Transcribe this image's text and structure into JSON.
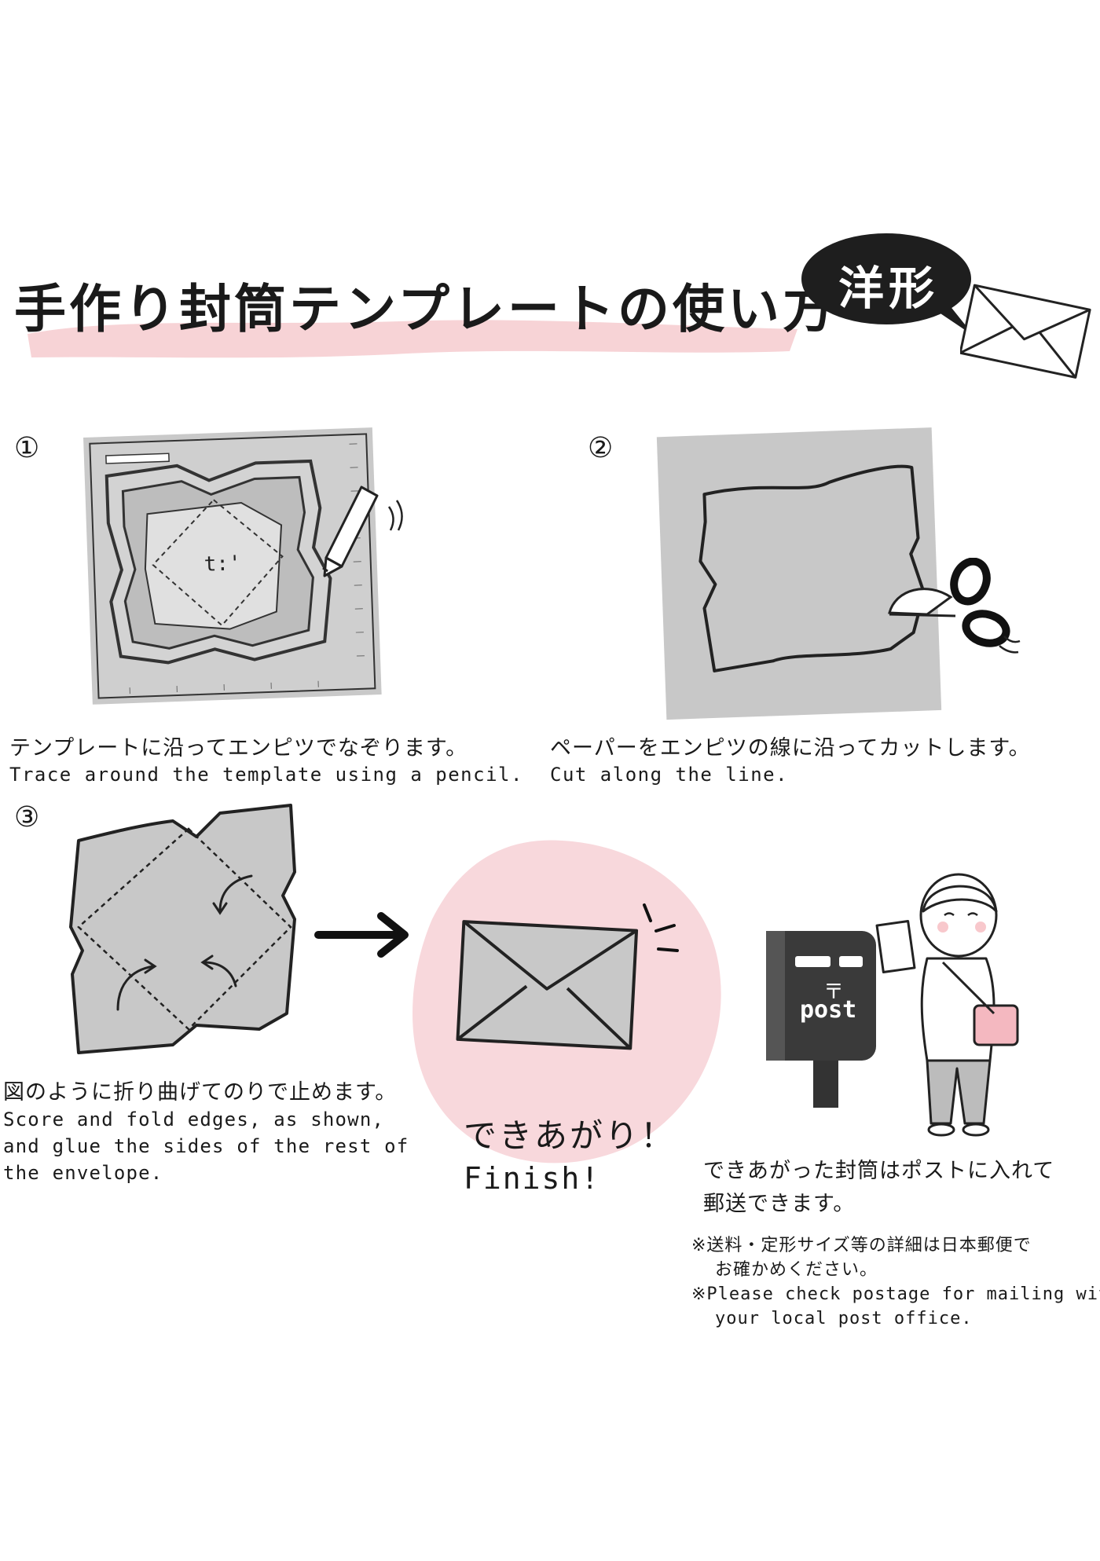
{
  "header": {
    "title": "手作り封筒テンプレートの使い方",
    "badge": "洋形",
    "accent_color": "#f7d3d6"
  },
  "steps": [
    {
      "number": "①",
      "jp": "テンプレートに沿ってエンピツでなぞります。",
      "en": "Trace around the template using a pencil."
    },
    {
      "number": "②",
      "jp": "ペーパーをエンピツの線に沿ってカットします。",
      "en": "Cut along the line."
    },
    {
      "number": "③",
      "jp": "図のように折り曲げてのりで止めます。",
      "en_lines": [
        "Score and fold edges, as shown,",
        "and glue the sides of the rest of",
        "the envelope."
      ]
    }
  ],
  "finish": {
    "jp": "できあがり！",
    "en": "Finish!"
  },
  "mail": {
    "postbox_label": "post",
    "postbox_mark": "〒",
    "text_lines": [
      "できあがった封筒はポストに入れて",
      "郵送できます。"
    ],
    "notes": [
      "※送料・定形サイズ等の詳細は日本郵便で",
      "お確かめください。",
      "※Please check postage for mailing with",
      "your local post office."
    ]
  },
  "colors": {
    "gray": "#c8c8c8",
    "dark": "#2b2b2b",
    "pink": "#f8d8dc"
  }
}
